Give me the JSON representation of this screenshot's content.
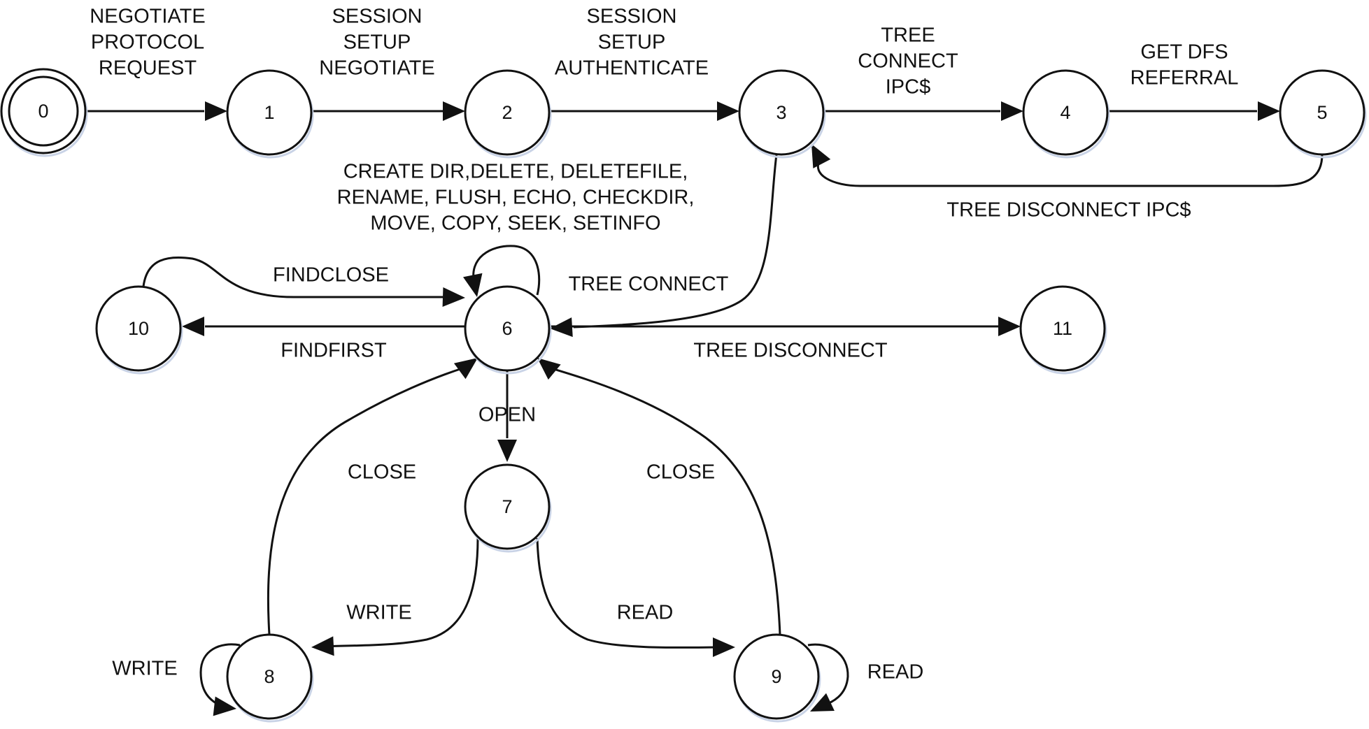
{
  "colors": {
    "ink": "#111111",
    "node_fill": "#ffffff",
    "node_shadow": "#c9d3e6",
    "background": "#ffffff"
  },
  "nodes": [
    {
      "id": "0",
      "label": "0",
      "initial": true
    },
    {
      "id": "1",
      "label": "1"
    },
    {
      "id": "2",
      "label": "2"
    },
    {
      "id": "3",
      "label": "3"
    },
    {
      "id": "4",
      "label": "4"
    },
    {
      "id": "5",
      "label": "5"
    },
    {
      "id": "6",
      "label": "6"
    },
    {
      "id": "7",
      "label": "7"
    },
    {
      "id": "8",
      "label": "8"
    },
    {
      "id": "9",
      "label": "9"
    },
    {
      "id": "10",
      "label": "10"
    },
    {
      "id": "11",
      "label": "11"
    }
  ],
  "edges": [
    {
      "id": "e0-1",
      "from": "0",
      "to": "1",
      "label": [
        "NEGOTIATE",
        "PROTOCOL",
        "REQUEST"
      ]
    },
    {
      "id": "e1-2",
      "from": "1",
      "to": "2",
      "label": [
        "SESSION",
        "SETUP",
        "NEGOTIATE"
      ]
    },
    {
      "id": "e2-3",
      "from": "2",
      "to": "3",
      "label": [
        "SESSION",
        "SETUP",
        "AUTHENTICATE"
      ]
    },
    {
      "id": "e3-4",
      "from": "3",
      "to": "4",
      "label": [
        "TREE",
        "CONNECT",
        "IPC$"
      ]
    },
    {
      "id": "e4-5",
      "from": "4",
      "to": "5",
      "label": [
        "GET DFS",
        "REFERRAL"
      ]
    },
    {
      "id": "e5-3",
      "from": "5",
      "to": "3",
      "label": [
        "TREE DISCONNECT IPC$"
      ]
    },
    {
      "id": "e3-6",
      "from": "3",
      "to": "6",
      "label": [
        "TREE CONNECT"
      ]
    },
    {
      "id": "e6-6",
      "from": "6",
      "to": "6",
      "label": [
        "CREATE DIR,DELETE, DELETEFILE,",
        "RENAME, FLUSH, ECHO, CHECKDIR,",
        "MOVE, COPY, SEEK, SETINFO"
      ]
    },
    {
      "id": "e10-6",
      "from": "10",
      "to": "6",
      "label": [
        "FINDCLOSE"
      ]
    },
    {
      "id": "e6-10",
      "from": "6",
      "to": "10",
      "label": [
        "FINDFIRST"
      ]
    },
    {
      "id": "e6-11",
      "from": "6",
      "to": "11",
      "label": [
        "TREE DISCONNECT"
      ]
    },
    {
      "id": "e6-7",
      "from": "6",
      "to": "7",
      "label": [
        "OPEN"
      ]
    },
    {
      "id": "e8-6",
      "from": "8",
      "to": "6",
      "label": [
        "CLOSE"
      ]
    },
    {
      "id": "e9-6",
      "from": "9",
      "to": "6",
      "label": [
        "CLOSE"
      ]
    },
    {
      "id": "e7-8",
      "from": "7",
      "to": "8",
      "label": [
        "WRITE"
      ]
    },
    {
      "id": "e7-9",
      "from": "7",
      "to": "9",
      "label": [
        "READ"
      ]
    },
    {
      "id": "e8-8",
      "from": "8",
      "to": "8",
      "label": [
        "WRITE"
      ]
    },
    {
      "id": "e9-9",
      "from": "9",
      "to": "9",
      "label": [
        "READ"
      ]
    }
  ]
}
